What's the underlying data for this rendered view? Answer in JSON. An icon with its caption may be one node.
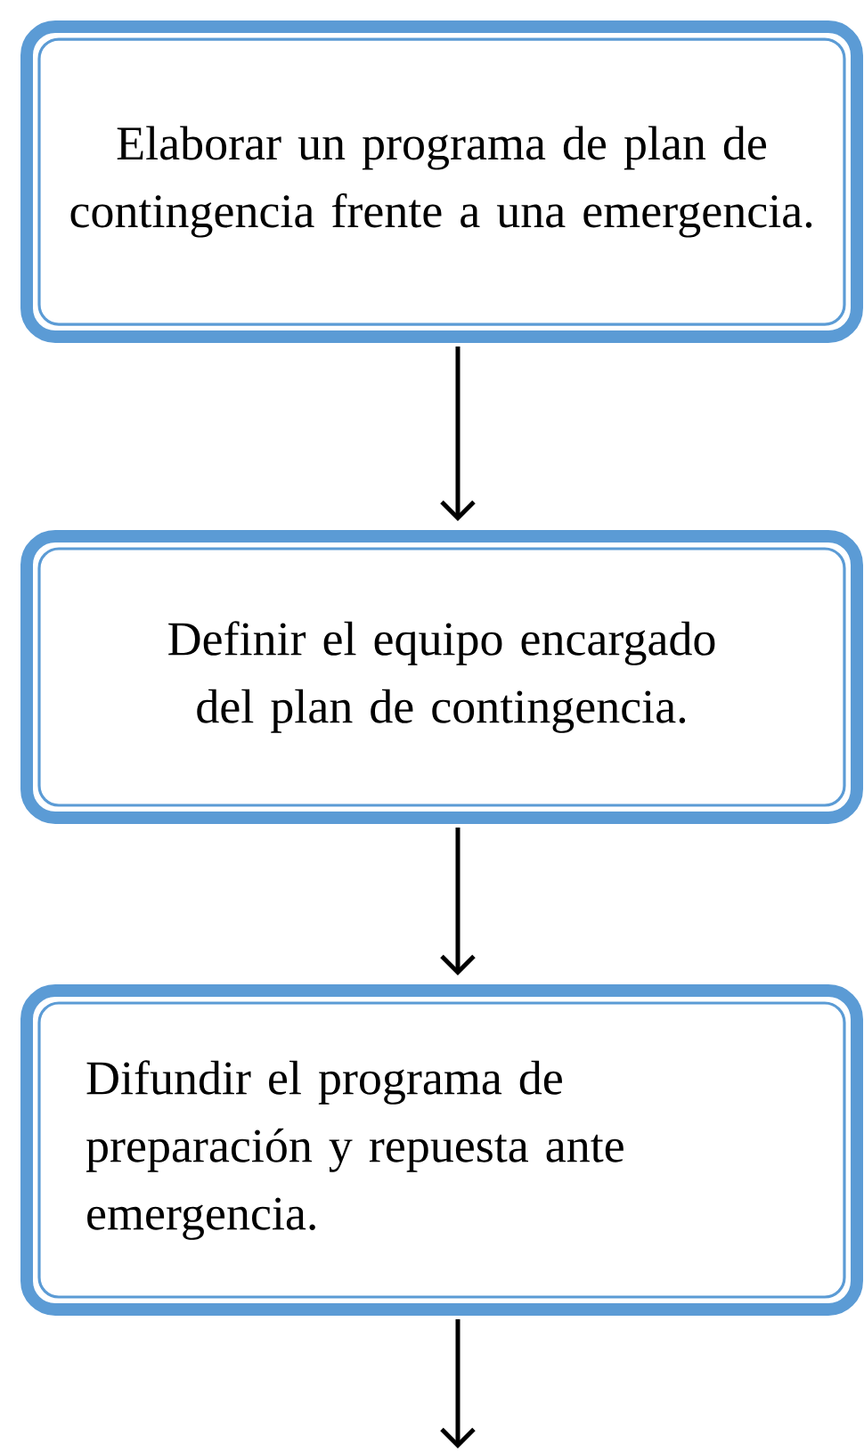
{
  "diagram": {
    "nodes": [
      {
        "text": [
          "Elaborar un programa de plan de contingencia frente a una emergencia."
        ]
      },
      {
        "text": [
          "Definir el equipo encargado del plan de contingencia."
        ]
      },
      {
        "text": [
          "Difundir el programa de preparación y repuesta ante emergencia."
        ]
      }
    ],
    "edges": [
      {
        "from": 0,
        "to": 1,
        "arrow": "to"
      },
      {
        "from": 1,
        "to": 2,
        "arrow": "to"
      },
      {
        "from": 2,
        "to": null,
        "arrow": "to"
      }
    ]
  }
}
